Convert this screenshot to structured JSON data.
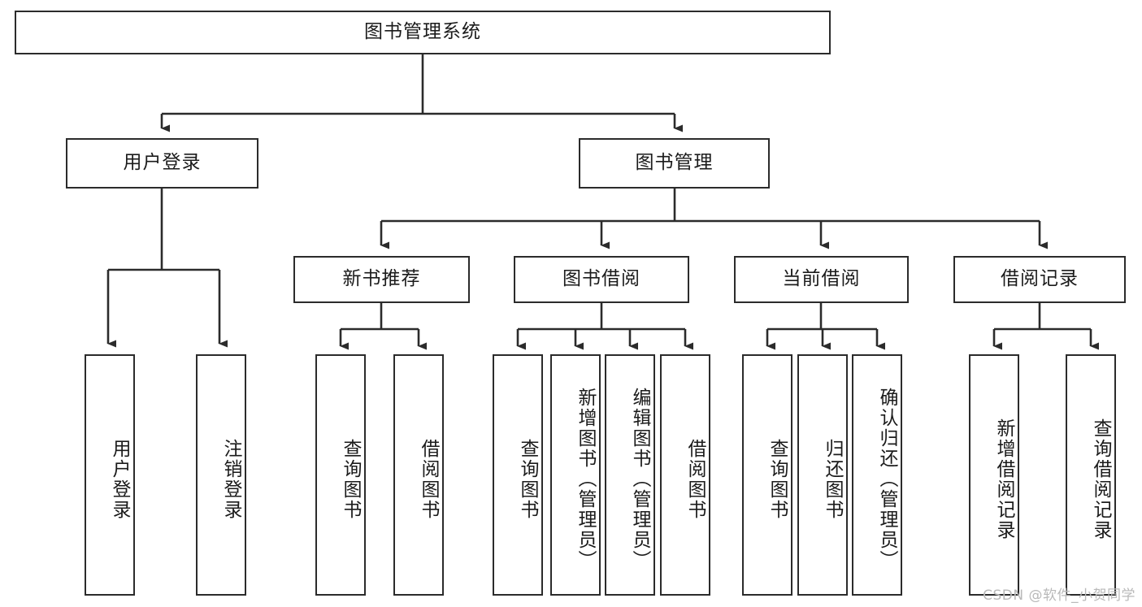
{
  "diagram": {
    "title": "图书管理系统",
    "watermark": "CSDN @软件_小贺同学",
    "colors": {
      "border": "#2b2b2b",
      "fill": "#ffffff",
      "text": "#1b1b1b",
      "watermark": "#b9b9b9"
    },
    "root": {
      "label": "图书管理系统"
    },
    "level2": [
      {
        "label": "用户登录"
      },
      {
        "label": "图书管理"
      }
    ],
    "level3": [
      {
        "label": "新书推荐"
      },
      {
        "label": "图书借阅"
      },
      {
        "label": "当前借阅"
      },
      {
        "label": "借阅记录"
      }
    ],
    "leaves": {
      "user_login": [
        "用户登录",
        "注销登录"
      ],
      "new_book": [
        "查询图书",
        "借阅图书"
      ],
      "book_borrow": [
        "查询图书",
        "新增图书（管理员）",
        "编辑图书（管理员）",
        "借阅图书"
      ],
      "current_borrow": [
        "查询图书",
        "归还图书",
        "确认归还（管理员）"
      ],
      "borrow_record": [
        "新增借阅记录",
        "查询借阅记录"
      ]
    }
  }
}
